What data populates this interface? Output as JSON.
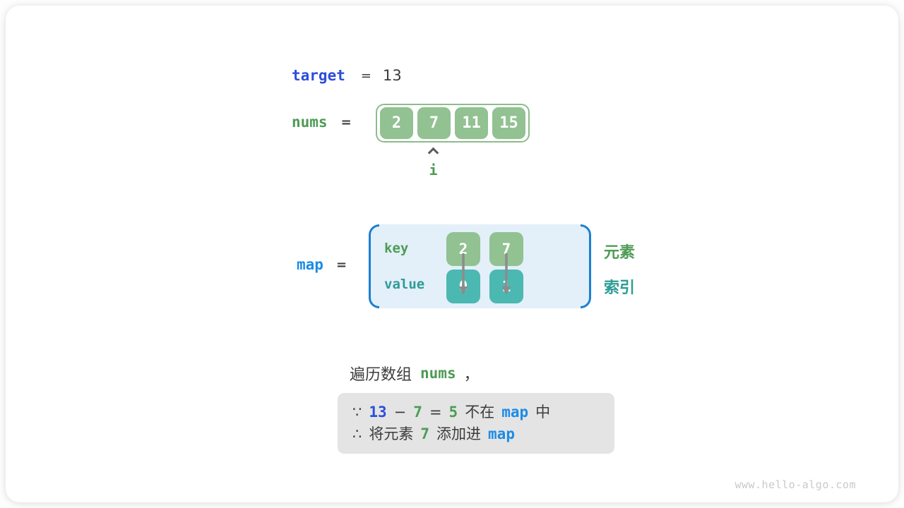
{
  "colors": {
    "royal_blue": "#2D4EDC",
    "azure_blue": "#1C8CE6",
    "bracket_blue": "#1B7FD2",
    "green_text": "#4E9B55",
    "teal_text": "#2E9C96",
    "green_box": "#92C192",
    "teal_box": "#4BB8B1",
    "dark_text": "#3C3C3C",
    "note_bg": "#E4E4E4",
    "map_bg": "#E3EFF9",
    "arrow_gray": "#8C8C8C"
  },
  "target_line": {
    "var": "target",
    "eq": "=",
    "value": "13"
  },
  "nums_line": {
    "var": "nums",
    "eq": "=",
    "cells": [
      "2",
      "7",
      "11",
      "15"
    ],
    "pointer_label": "i"
  },
  "map_section": {
    "var": "map",
    "eq": "=",
    "key_label": "key",
    "value_label": "value",
    "keys": [
      "2",
      "7"
    ],
    "values": [
      "0",
      "1"
    ],
    "element_label": "元素",
    "index_label": "索引"
  },
  "caption": {
    "prefix": "遍历数组",
    "code": "nums",
    "comma": "，"
  },
  "note_box": {
    "line1": [
      {
        "t": "∵",
        "s": "dark"
      },
      {
        "t": "13",
        "s": "blue"
      },
      {
        "t": "−",
        "s": "dark"
      },
      {
        "t": "7",
        "s": "green"
      },
      {
        "t": "=",
        "s": "dark"
      },
      {
        "t": "5",
        "s": "green"
      },
      {
        "t": "不在",
        "s": "dark"
      },
      {
        "t": "map",
        "s": "azure"
      },
      {
        "t": "中",
        "s": "dark"
      }
    ],
    "line2": [
      {
        "t": "∴",
        "s": "dark"
      },
      {
        "t": "将元素",
        "s": "dark"
      },
      {
        "t": "7",
        "s": "green"
      },
      {
        "t": "添加进",
        "s": "dark"
      },
      {
        "t": "map",
        "s": "azure"
      }
    ]
  },
  "watermark": "www.hello-algo.com"
}
